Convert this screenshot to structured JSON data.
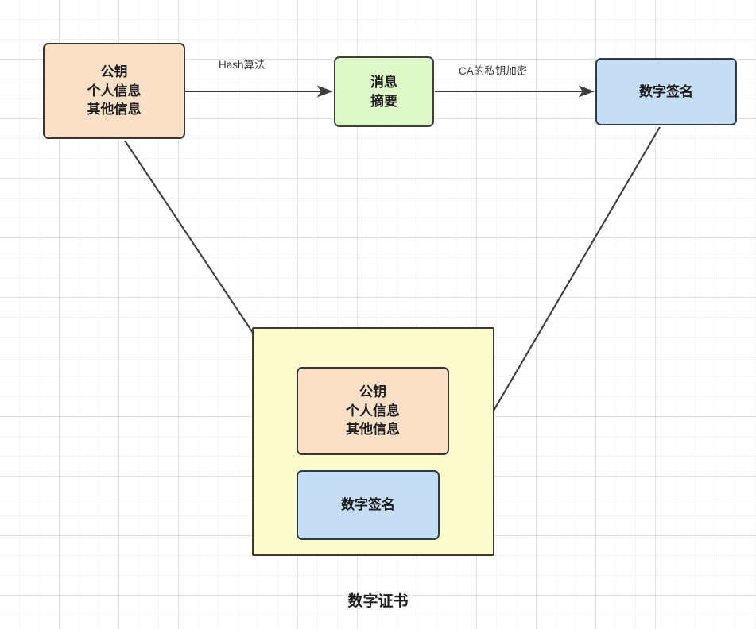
{
  "diagram": {
    "title": "数字证书",
    "caption": "数字证书",
    "colors": {
      "orange_fill": "#fbe0c8",
      "green_fill": "#ddf9c8",
      "blue_fill": "#c5ddf5",
      "yellow_fill": "#fcfbcd",
      "stroke": "#38342f",
      "edge_stroke": "#3c3c3c",
      "text": "#1d1d1d",
      "grid_line": "#e3e3e3"
    },
    "nodes": {
      "public_key_info": {
        "lines": [
          "公钥",
          "个人信息",
          "其他信息"
        ],
        "line1": "公钥",
        "line2": "个人信息",
        "line3": "其他信息"
      },
      "message_digest": {
        "lines": [
          "消息",
          "摘要"
        ],
        "line1": "消息",
        "line2": "摘要"
      },
      "digital_signature": {
        "label": "数字签名"
      },
      "certificate_container": {
        "label": ""
      },
      "cert_public_key_info": {
        "lines": [
          "公钥",
          "个人信息",
          "其他信息"
        ],
        "line1": "公钥",
        "line2": "个人信息",
        "line3": "其他信息"
      },
      "cert_digital_signature": {
        "label": "数字签名"
      }
    },
    "edges": [
      {
        "id": "hash-algorithm",
        "label": "Hash算法",
        "from": "public_key_info",
        "to": "message_digest"
      },
      {
        "id": "ca-private-key-encrypt",
        "label": "CA的私钥加密",
        "from": "message_digest",
        "to": "digital_signature"
      },
      {
        "id": "public-key-info-to-cert",
        "label": "",
        "from": "public_key_info",
        "to": "cert_public_key_info"
      },
      {
        "id": "digital-signature-to-cert",
        "label": "",
        "from": "digital_signature",
        "to": "cert_digital_signature"
      }
    ]
  }
}
